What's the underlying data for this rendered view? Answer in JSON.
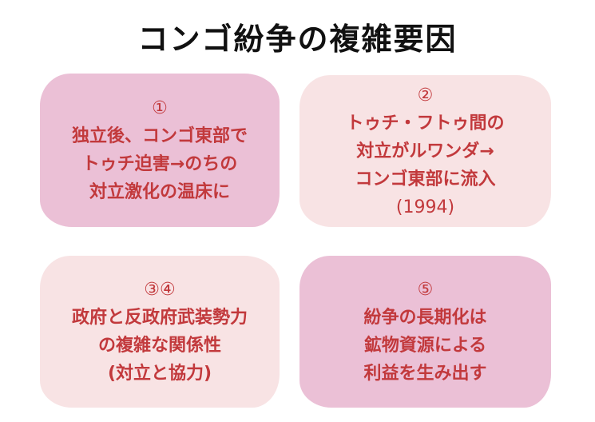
{
  "title": "コンゴ紛争の複雑要因",
  "colors": {
    "dark_box": "#ebc0d6",
    "light_box": "#f8e3e4",
    "text": "#c2393c"
  },
  "boxes": [
    {
      "number": "①",
      "lines": [
        "独立後、コンゴ東部で",
        "トゥチ迫害→のちの",
        "対立激化の温床に"
      ]
    },
    {
      "number": "②",
      "lines": [
        "トゥチ・フトゥ間の",
        "対立がルワンダ→",
        "コンゴ東部に流入",
        "(1994)"
      ]
    },
    {
      "number": "③④",
      "lines": [
        "政府と反政府武装勢力",
        "の複雑な関係性",
        "(対立と協力)"
      ]
    },
    {
      "number": "⑤",
      "lines": [
        "紛争の長期化は",
        "鉱物資源による",
        "利益を生み出す"
      ]
    }
  ]
}
